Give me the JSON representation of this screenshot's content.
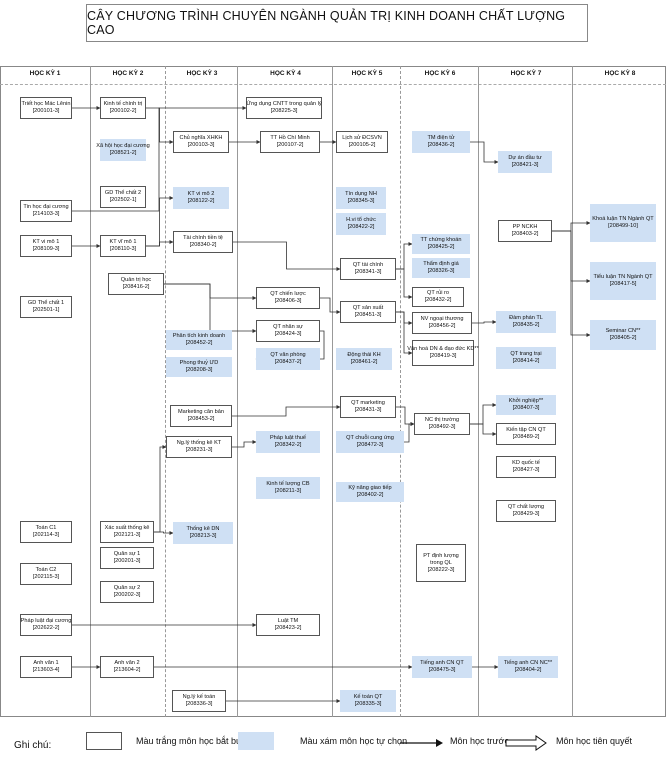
{
  "title": "CÂY CHƯƠNG TRÌNH CHUYÊN NGÀNH QUẢN TRỊ KINH DOANH CHẤT LƯỢNG CAO",
  "semesters": [
    "HỌC KỲ 1",
    "HỌC KỲ 2",
    "HỌC KỲ 3",
    "HỌC KỲ 4",
    "HỌC KỲ 5",
    "HỌC KỲ 6",
    "HỌC KỲ 7",
    "HỌC KỲ 8"
  ],
  "courses": {
    "c_mln": {
      "name": "Triết học Mác Lênin",
      "code": "[200101-3]",
      "optional": false
    },
    "c_thdc": {
      "name": "Tin học đại cương",
      "code": "[214103-3]",
      "optional": false
    },
    "c_ktvm1": {
      "name": "KT vi mô 1",
      "code": "[208109-3]",
      "optional": false
    },
    "c_gdtc1": {
      "name": "GD Thể chất 1",
      "code": "[202501-1]",
      "optional": false
    },
    "c_toanc1": {
      "name": "Toán C1",
      "code": "[202114-3]",
      "optional": false
    },
    "c_toanc2": {
      "name": "Toán C2",
      "code": "[202115-3]",
      "optional": false
    },
    "c_pldc": {
      "name": "Pháp luật đại cương",
      "code": "[202622-2]",
      "optional": false
    },
    "c_av1": {
      "name": "Anh văn 1",
      "code": "[213603-4]",
      "optional": false
    },
    "c_ktct": {
      "name": "Kinh tế chính trị",
      "code": "[200102-2]",
      "optional": false
    },
    "c_xhhdc": {
      "name": "Xã hội học đại cương",
      "code": "[208521-2]",
      "optional": true
    },
    "c_gdtc2": {
      "name": "GD Thể chất 2",
      "code": "[202502-1]",
      "optional": false
    },
    "c_ktvm1b": {
      "name": "KT vĩ mô 1",
      "code": "[208110-3]",
      "optional": false
    },
    "c_qtth": {
      "name": "Quản trị học",
      "code": "[208416-2]",
      "optional": false
    },
    "c_xstk": {
      "name": "Xác suất thống kê",
      "code": "[202121-3]",
      "optional": false
    },
    "c_qpsu1": {
      "name": "Quân sự 1",
      "code": "[200201-3]",
      "optional": false
    },
    "c_qpsu2": {
      "name": "Quân sự 2",
      "code": "[200202-3]",
      "optional": false
    },
    "c_av2": {
      "name": "Anh văn 2",
      "code": "[213604-2]",
      "optional": false
    },
    "c_ngkt": {
      "name": "Ng.lý kế toán",
      "code": "[208336-3]",
      "optional": false
    },
    "c_cnxhkh": {
      "name": "Chủ nghĩa XHKH",
      "code": "[200103-3]",
      "optional": false
    },
    "c_ktvm2": {
      "name": "KT vi mô 2",
      "code": "[208122-2]",
      "optional": true
    },
    "c_tctt": {
      "name": "Tài chính tiền tệ",
      "code": "[208340-2]",
      "optional": false
    },
    "c_ptkd": {
      "name": "Phân tích kinh doanh",
      "code": "[208452-2]",
      "optional": true
    },
    "c_pthuy": {
      "name": "Phong thuỷ ƯD",
      "code": "[208208-3]",
      "optional": true
    },
    "c_mktcb": {
      "name": "Marketing căn bản",
      "code": "[208453-2]",
      "optional": false
    },
    "c_ngltk": {
      "name": "Ng.lý thống kê KT",
      "code": "[208231-3]",
      "optional": false
    },
    "c_tkdn": {
      "name": "Thống kê DN",
      "code": "[208213-3]",
      "optional": true
    },
    "c_udcntt": {
      "name": "Ứng dụng CNTT trong quản lý",
      "code": "[208225-3]",
      "optional": false
    },
    "c_tthcm": {
      "name": "TT Hồ Chí Minh",
      "code": "[200107-2]",
      "optional": false
    },
    "c_qtcl": {
      "name": "QT chiến lược",
      "code": "[208406-3]",
      "optional": false
    },
    "c_qtns": {
      "name": "QT nhân sự",
      "code": "[208424-3]",
      "optional": false
    },
    "c_qtvp": {
      "name": "QT văn phòng",
      "code": "[208437-2]",
      "optional": true
    },
    "c_plthue": {
      "name": "Pháp luật thuế",
      "code": "[208342-2]",
      "optional": true
    },
    "c_ktluong": {
      "name": "Kinh tế lượng CB",
      "code": "[208211-3]",
      "optional": true
    },
    "c_luattm": {
      "name": "Luật TM",
      "code": "[208423-2]",
      "optional": false
    },
    "c_lsdcsvn": {
      "name": "Lịch sử ĐCSVN",
      "code": "[200105-2]",
      "optional": false
    },
    "c_tdnh": {
      "name": "Tín dụng NH",
      "code": "[208345-3]",
      "optional": true
    },
    "c_hvtc": {
      "name": "H.vi tổ chức",
      "code": "[208422-2]",
      "optional": true
    },
    "c_qttc": {
      "name": "QT tài chính",
      "code": "[208341-3]",
      "optional": false
    },
    "c_qtsx": {
      "name": "QT sản xuất",
      "code": "[208451-3]",
      "optional": false
    },
    "c_dongthai": {
      "name": "Động thái KH",
      "code": "[208461-2]",
      "optional": true
    },
    "c_qtmkt": {
      "name": "QT marketing",
      "code": "[208431-3]",
      "optional": false
    },
    "c_qtccu": {
      "name": "QT chuỗi cung ứng",
      "code": "[208472-3]",
      "optional": true
    },
    "c_kngt": {
      "name": "Kỹ năng giao tiếp",
      "code": "[208402-2]",
      "optional": true
    },
    "c_ptdl": {
      "name": "PT định lượng trong QL",
      "code": "[208222-3]",
      "optional": false
    },
    "c_ketoanqt": {
      "name": "Kế toán QT",
      "code": "[208335-3]",
      "optional": true
    },
    "c_tmdt": {
      "name": "TM điện tử",
      "code": "[208436-2]",
      "optional": true
    },
    "c_ttck": {
      "name": "TT chứng khoán",
      "code": "[208425-2]",
      "optional": true
    },
    "c_tdg": {
      "name": "Thẩm định giá",
      "code": "[208326-3]",
      "optional": true
    },
    "c_qtrr": {
      "name": "QT rủi ro",
      "code": "[208432-2]",
      "optional": false
    },
    "c_nvnt": {
      "name": "NV ngoại thương",
      "code": "[208456-2]",
      "optional": false
    },
    "c_vhdn": {
      "name": "Văn hoá DN & đạo đức KD**",
      "code": "[208419-3]",
      "optional": false
    },
    "c_ncttr": {
      "name": "NC thị trường",
      "code": "[208492-3]",
      "optional": false
    },
    "c_tacnqt": {
      "name": "Tiếng anh CN QT",
      "code": "[208475-3]",
      "optional": true
    },
    "c_daudt": {
      "name": "Dự án đầu tư",
      "code": "[208421-3]",
      "optional": true
    },
    "c_ppnckh": {
      "name": "PP NCKH",
      "code": "[208403-2]",
      "optional": false
    },
    "c_dampham": {
      "name": "Đàm phán TL",
      "code": "[208435-2]",
      "optional": true
    },
    "c_qttt": {
      "name": "QT trang trại",
      "code": "[208414-2]",
      "optional": true
    },
    "c_khoinghiep": {
      "name": "Khởi nghiệp**",
      "code": "[208407-3]",
      "optional": true
    },
    "c_kientap": {
      "name": "Kiến tập CN QT",
      "code": "[208489-2]",
      "optional": false
    },
    "c_kdqt": {
      "name": "KD quốc tế",
      "code": "[208427-3]",
      "optional": false
    },
    "c_qtchatl": {
      "name": "QT chất lượng",
      "code": "[208429-3]",
      "optional": false
    },
    "c_tacnnc": {
      "name": "Tiếng anh CN NC**",
      "code": "[208404-2]",
      "optional": true
    },
    "c_khoaluan": {
      "name": "Khoá luận TN Ngành QT",
      "code": "[208499-10]",
      "optional": true
    },
    "c_tieuluan": {
      "name": "Tiểu luận TN Ngành QT",
      "code": "[208417-5]",
      "optional": true
    },
    "c_seminar": {
      "name": "Seminar CN**",
      "code": "[208405-2]",
      "optional": true
    }
  },
  "legend": {
    "label": "Ghi chú:",
    "required": "Màu trắng môn học bắt buộc",
    "optional": "Màu xám môn học tự chọn",
    "prereq": "Môn học trước",
    "coreq": "Môn học tiên quyết"
  },
  "colors": {
    "optional_fill": "#cfe0f4",
    "line": "#333333",
    "border": "#555555"
  }
}
